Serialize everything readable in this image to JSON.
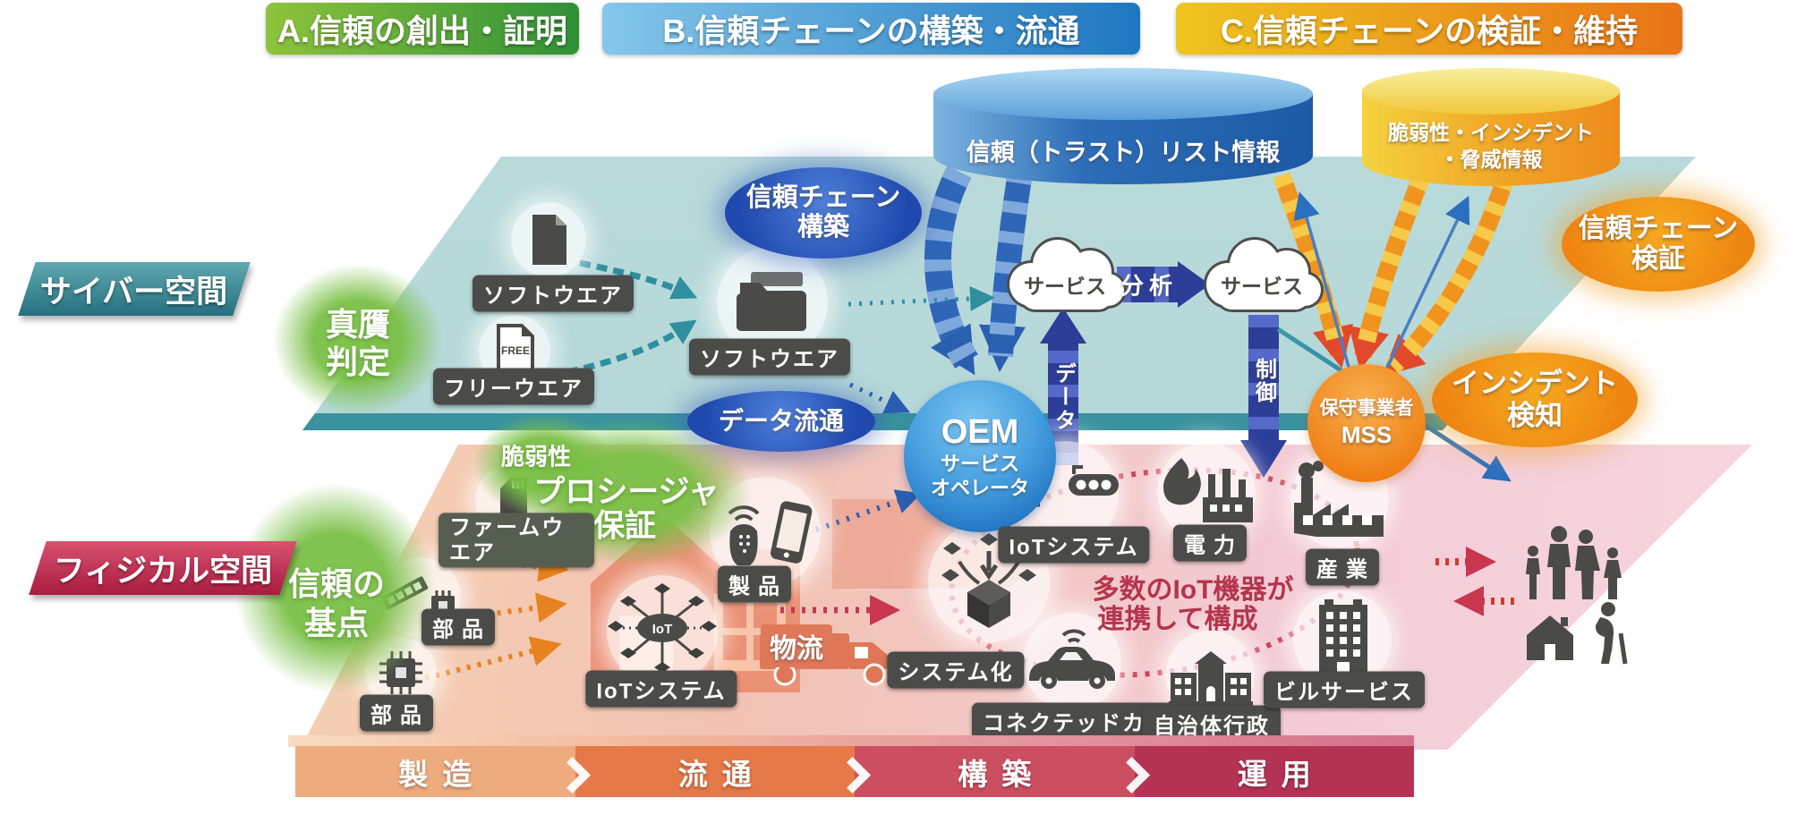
{
  "headers": {
    "a": "A.信頼の創出・証明",
    "b": "B.信頼チェーンの構築・流通",
    "c": "C.信頼チェーンの検証・維持"
  },
  "spaces": {
    "cyber": "サイバー空間",
    "physical": "フィジカル空間"
  },
  "cylinders": {
    "trust_list": "信頼（トラスト）リスト情報",
    "vuln1": "脆弱性・インシデント",
    "vuln2": "・脅威情報"
  },
  "bubbles": {
    "authenticity1": "真贋",
    "authenticity2": "判定",
    "chain_build1": "信頼チェーン",
    "chain_build2": "構築",
    "data_distribution": "データ流通",
    "chain_verify1": "信頼チェーン",
    "chain_verify2": "検証",
    "incident1": "インシデント",
    "incident2": "検知",
    "vulnerability": "脆弱性",
    "procedure1": "プロシージャ",
    "procedure2": "保証",
    "trust_anchor1": "信頼の",
    "trust_anchor2": "基点"
  },
  "nodes": {
    "oem": "OEM",
    "oem_sub1": "サービス",
    "oem_sub2": "オペレータ",
    "mss1": "保守事業者",
    "mss2": "MSS",
    "service_left": "サービス",
    "service_right": "サービス"
  },
  "flows": {
    "analysis": "分析",
    "data": "データ",
    "control": "制御",
    "logistics": "物流"
  },
  "tags": {
    "software": "ソフトウエア",
    "freeware": "フリーウエア",
    "software_chain": "ソフトウエア",
    "firmware": "ファームウエア",
    "parts_a": "部品",
    "parts_b": "部品",
    "product": "製品",
    "iot_system_factory": "IoTシステム",
    "systemization": "システム化",
    "iot_system_city": "IoTシステム",
    "power": "電力",
    "connected_car": "コネクテッドカー",
    "municipality": "自治体行政",
    "building_service": "ビルサービス",
    "industry": "産業"
  },
  "notes": {
    "iot_note1": "多数のIoT機器が",
    "iot_note2": "連携して構成",
    "free": "FREE",
    "iot": "IoT"
  },
  "lifecycle": [
    "製造",
    "流通",
    "構築",
    "運用"
  ],
  "colors": {
    "cyber_plane": "#b9d8d8",
    "physical_left": "#f6d5b0",
    "physical_right": "#f5d2dd",
    "accent_blue": "#2f66b8",
    "accent_orange": "#f0941e",
    "accent_green": "#7cc24e",
    "crimson": "#b5344c"
  }
}
